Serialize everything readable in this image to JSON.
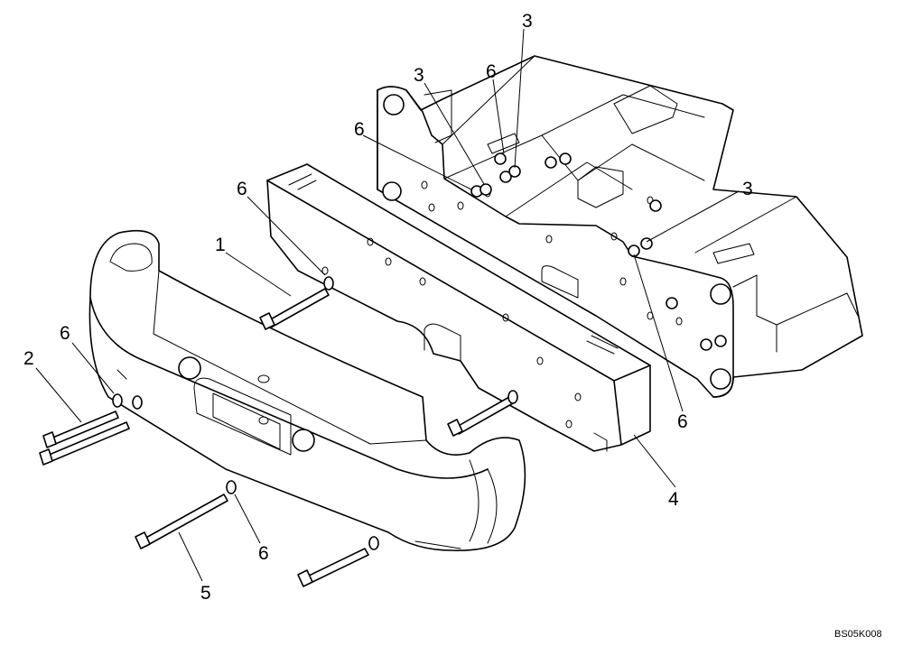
{
  "callouts": {
    "c1": "1",
    "c2": "2",
    "c3a": "3",
    "c3b": "3",
    "c3c": "3",
    "c4": "4",
    "c5": "5",
    "c6a": "6",
    "c6b": "6",
    "c6c": "6",
    "c6d": "6",
    "c6e": "6",
    "c6f": "6"
  },
  "figure_id": "BS05K008"
}
